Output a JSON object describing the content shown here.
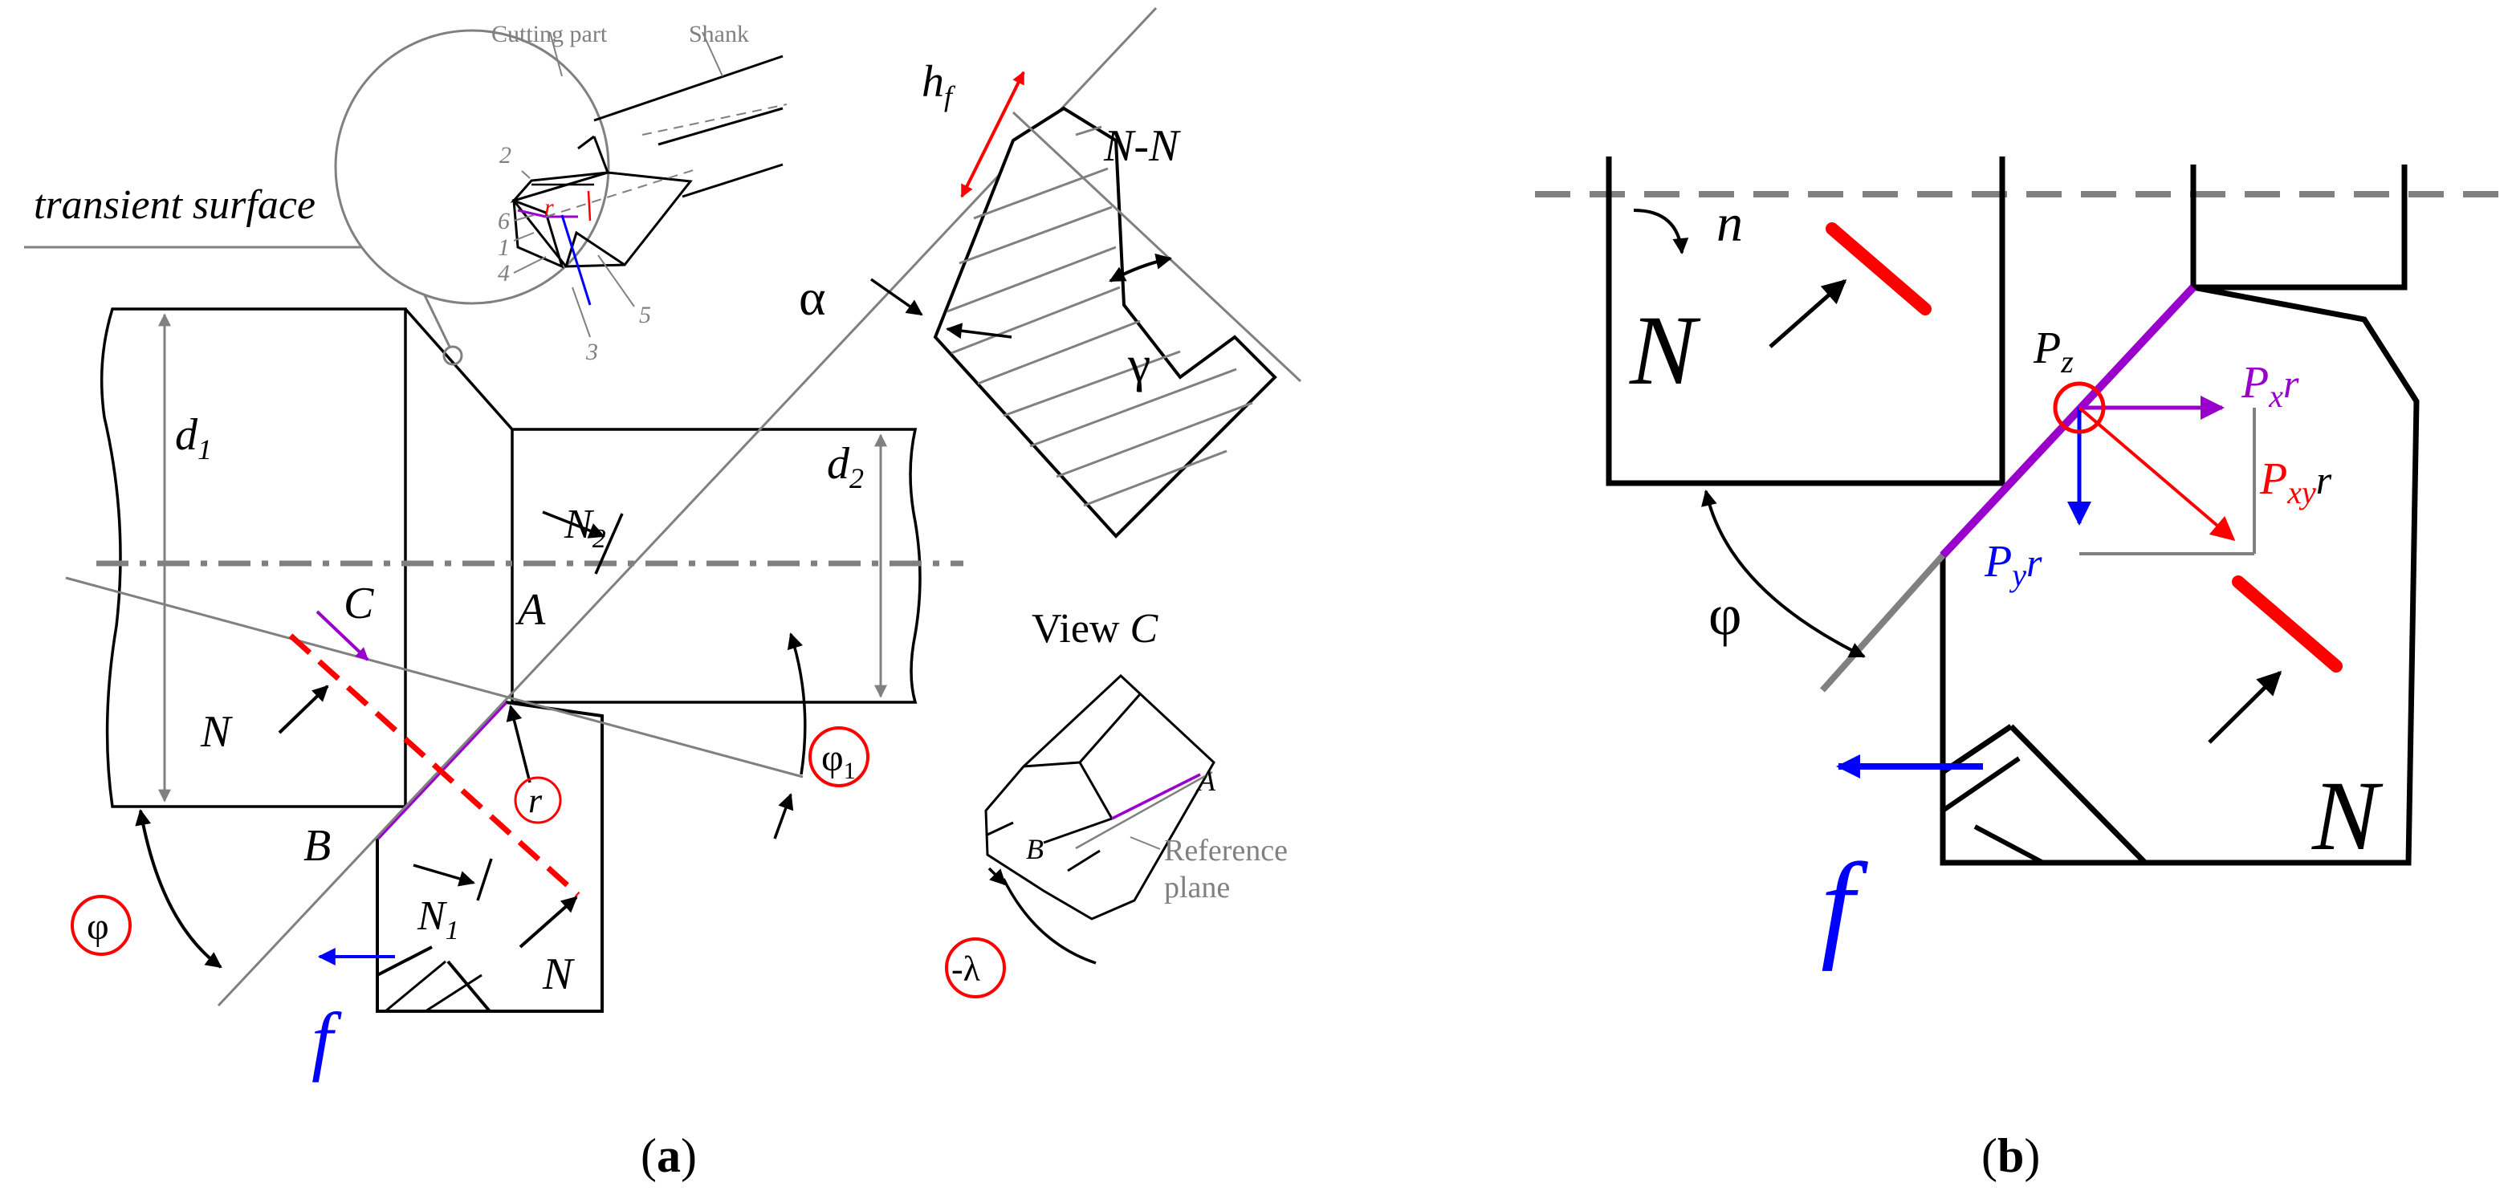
{
  "colors": {
    "black": "#000000",
    "gray": "#808080",
    "red": "#ff0000",
    "blue": "#0000ff",
    "purple": "#9900cc"
  },
  "panel_a": {
    "caption_letter": "a",
    "inset": {
      "cutting_part": "Cutting part",
      "shank": "Shank",
      "num_2": "2",
      "num_6": "6",
      "num_1": "1",
      "num_4": "4",
      "num_5": "5",
      "num_3": "3",
      "r": "r"
    },
    "transient_surface": "transient surface",
    "d1": "d",
    "d1_sub": "1",
    "d2": "d",
    "d2_sub": "2",
    "N2": "N",
    "N2_sub": "2",
    "A": "A",
    "C": "C",
    "N_left": "N",
    "r": "r",
    "B": "B",
    "N1": "N",
    "N1_sub": "1",
    "N_bottom": "N",
    "phi": "φ",
    "phi1": "φ",
    "phi1_sub": "1",
    "f": "f",
    "section": {
      "hf": "h",
      "hf_sub": "f",
      "title": "N-N",
      "alpha": "α",
      "gamma": "γ"
    },
    "view_c": {
      "title": "View",
      "title_letter": "C",
      "A": "A",
      "B": "B",
      "ref1": "Reference",
      "ref2": "plane",
      "lambda": "-λ"
    }
  },
  "panel_b": {
    "caption_letter": "b",
    "n": "n",
    "N_top": "N",
    "N_bottom": "N",
    "Pz": "P",
    "Pz_sub": "z",
    "Pxr": "P",
    "Pxr_sub": "x",
    "Pxr_r": "r",
    "Pxyr": "P",
    "Pxyr_sub": "xy",
    "Pxyr_r": "r",
    "Pyr": "P",
    "Pyr_sub": "y",
    "Pyr_r": "r",
    "phi": "φ",
    "f": "f"
  }
}
